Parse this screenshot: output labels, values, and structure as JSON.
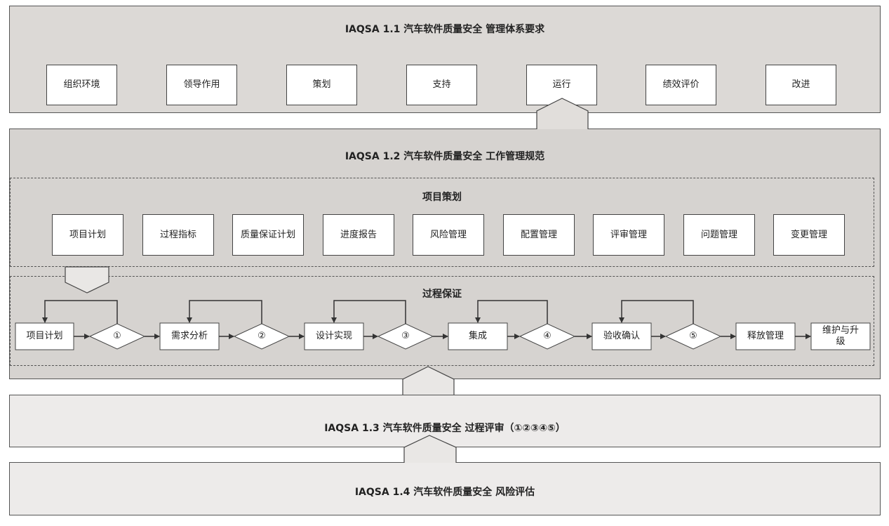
{
  "layer_1_1": {
    "title": "IAQSA 1.1 汽车软件质量安全  管理体系要求",
    "items": [
      "组织环境",
      "领导作用",
      "策划",
      "支持",
      "运行",
      "绩效评价",
      "改进"
    ]
  },
  "layer_1_2": {
    "title": "IAQSA 1.2 汽车软件质量安全  工作管理规范",
    "project_planning": {
      "title": "项目策划",
      "items": [
        "项目计划",
        "过程指标",
        "质量保证计划",
        "进度报告",
        "风险管理",
        "配置管理",
        "评审管理",
        "问题管理",
        "变更管理"
      ]
    },
    "process_assurance": {
      "title": "过程保证",
      "steps": [
        "项目计划",
        "需求分析",
        "设计实现",
        "集成",
        "验收确认",
        "释放管理",
        "维护与升级"
      ],
      "gates": [
        "①",
        "②",
        "③",
        "④",
        "⑤"
      ]
    }
  },
  "layer_1_3": {
    "title": "IAQSA 1.3 汽车软件质量安全  过程评审（①②③④⑤）"
  },
  "layer_1_4": {
    "title": "IAQSA 1.4 汽车软件质量安全  风险评估"
  },
  "colors": {
    "layer_dark": "#dcd9d6",
    "layer_light": "#edebea",
    "stroke": "#444444"
  }
}
